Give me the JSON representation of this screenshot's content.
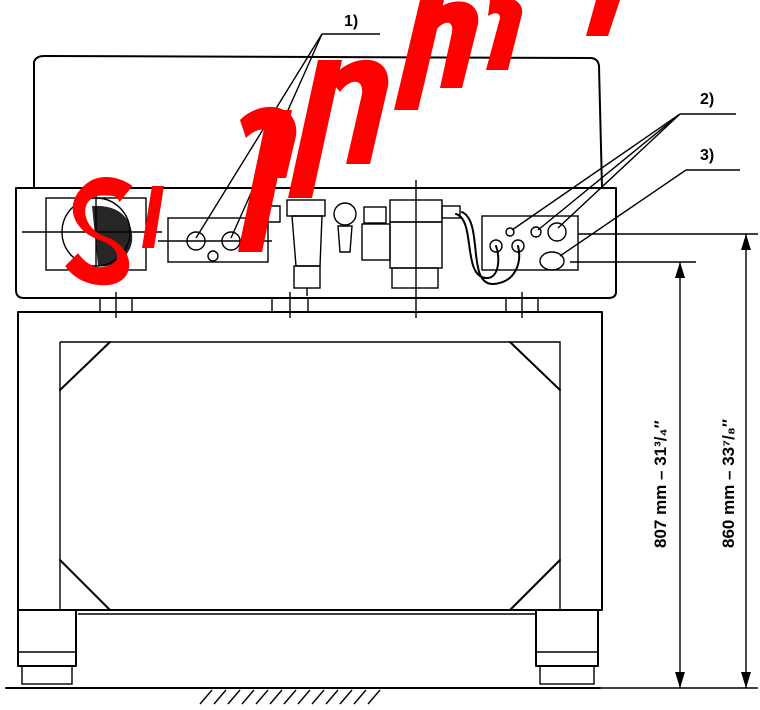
{
  "callouts": [
    {
      "id": "1",
      "label": "1)"
    },
    {
      "id": "2",
      "label": "2)"
    },
    {
      "id": "3",
      "label": "3)"
    }
  ],
  "dimensions": [
    {
      "id": "dim-807",
      "label": "807 mm – 31³/₄″"
    },
    {
      "id": "dim-860",
      "label": "860 mm – 33⁷/₈″"
    }
  ],
  "watermark": {
    "text": "sample",
    "color": "#ff0000"
  },
  "colors": {
    "line": "#000000",
    "background": "#ffffff"
  }
}
